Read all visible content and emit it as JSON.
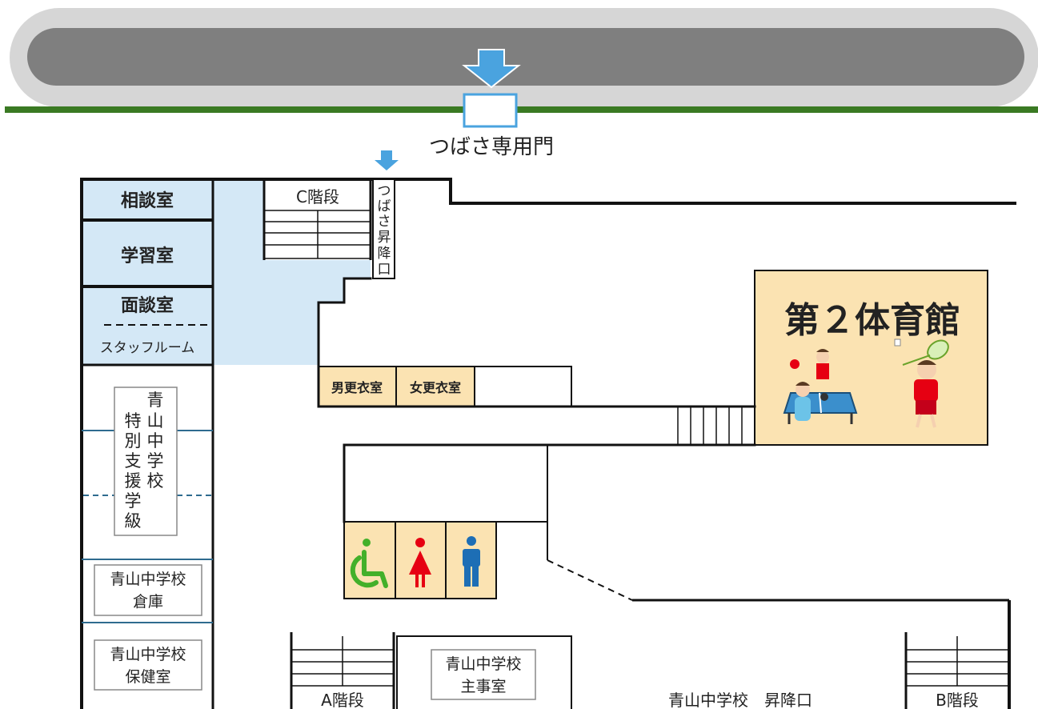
{
  "colors": {
    "road_outer": "#d6d6d6",
    "road_inner": "#7f7f7f",
    "green_line": "#3a7a23",
    "arrow": "#4aa3df",
    "room_blue": "#d4e8f6",
    "room_tan": "#fbe3b2",
    "wall": "#111111",
    "divider_blue": "#2e6b8f",
    "wheelchair": "#43b02a",
    "female": "#e60012",
    "male": "#1d6eb5"
  },
  "gate": {
    "label": "つばさ専用門"
  },
  "rooms": {
    "soudan": "相談室",
    "gakushu": "学習室",
    "mendan": "面談室",
    "staff": "スタッフルーム",
    "tokubetsu": [
      "青",
      "山",
      "中",
      "学",
      "校",
      "特",
      "別",
      "支",
      "援",
      "学",
      "級"
    ],
    "souko_1": "青山中学校",
    "souko_2": "倉庫",
    "hoken_1": "青山中学校",
    "hoken_2": "保健室",
    "kaidan_c": "C階段",
    "entrance_tsubasa": [
      "つ",
      "ば",
      "さ",
      "昇",
      "降",
      "口"
    ],
    "locker_m": "男更衣室",
    "locker_f": "女更衣室",
    "gym": "第２体育館",
    "kaidan_a": "A階段",
    "shuji_1": "青山中学校",
    "shuji_2": "主事室",
    "entrance_aoyama": "青山中学校　昇降口",
    "kaidan_b": "B階段"
  },
  "icons": [
    "wheelchair-icon",
    "female-icon",
    "male-icon",
    "table-tennis-icon",
    "badminton-icon",
    "down-arrow-icon"
  ]
}
